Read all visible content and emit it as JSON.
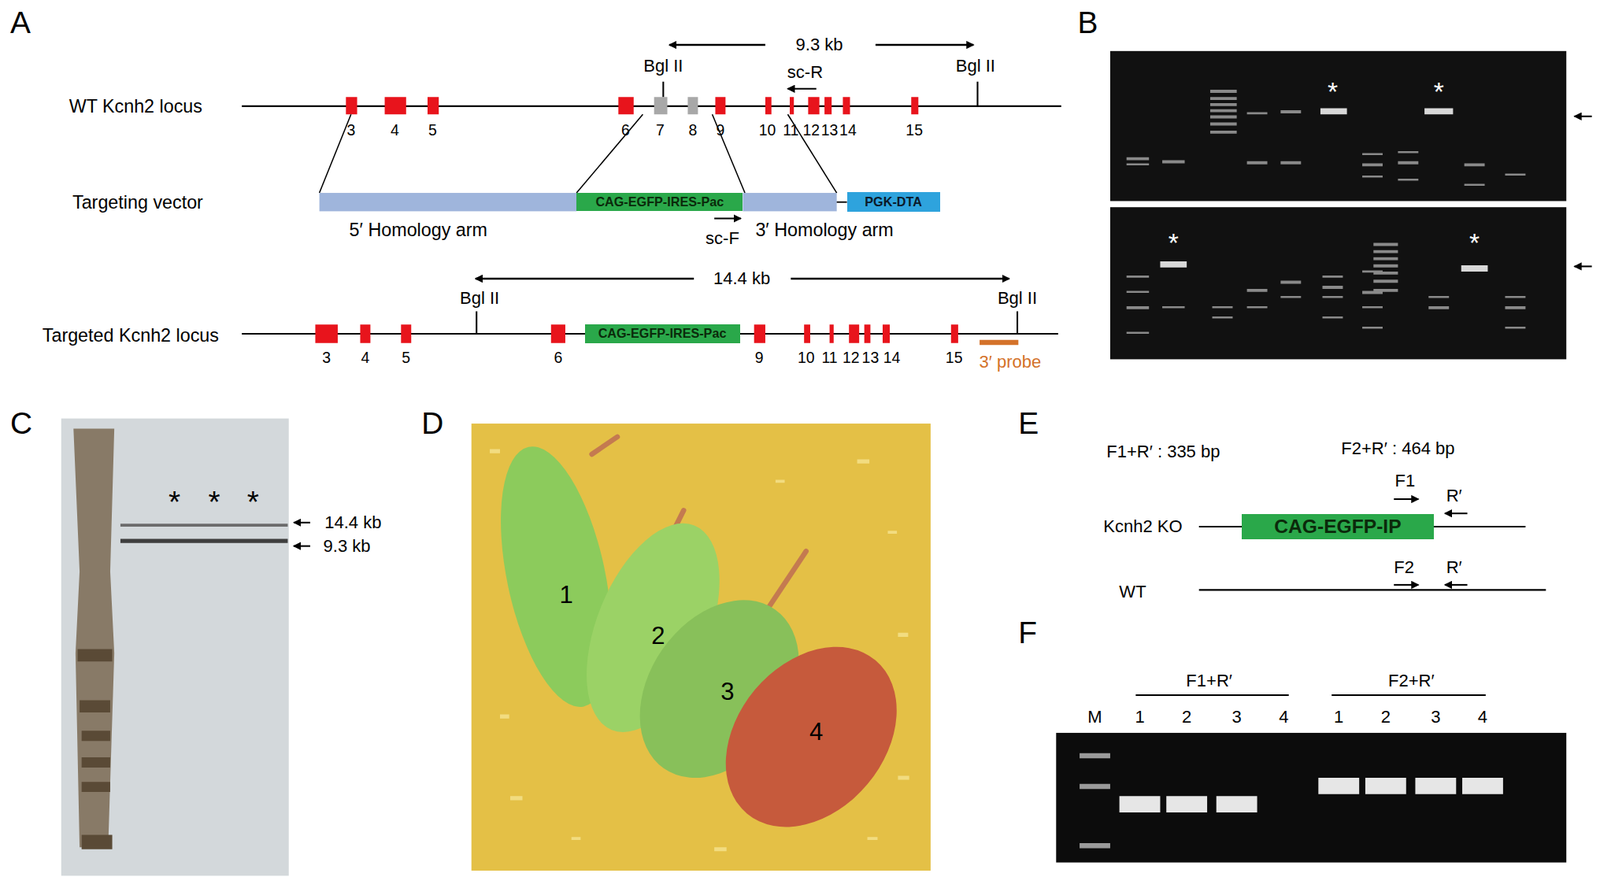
{
  "diagram": {
    "nodes": [
      {
        "text": [
          "CAG-EGFP-IRES-Pac"
        ]
      },
      {
        "text": [
          "PGK-DTA"
        ]
      },
      {
        "text": [
          "CAG-EGFP-IRES-Pac"
        ]
      },
      {
        "text": [
          "CAG-EGFP-IP"
        ]
      }
    ],
    "labels": [
      "A",
      "9.3 kb",
      "Bgl II",
      "sc-R",
      "Bgl II",
      "WT Kcnh2 locus",
      "3",
      "4",
      "5",
      "6",
      "7",
      "8",
      "9",
      "10",
      "11",
      "12",
      "13",
      "14",
      "15",
      "Targeting vector",
      "5′ Homology arm",
      "sc-F",
      "3′ Homology arm",
      "14.4 kb",
      "Bgl II",
      "Bgl II",
      "Targeted Kcnh2 locus",
      "3",
      "4",
      "5",
      "6",
      "9",
      "10",
      "11",
      "12",
      "13",
      "14",
      "15",
      "3′ probe",
      "B",
      "*",
      "*",
      "*",
      "*",
      "C",
      "*",
      "*",
      "*",
      "14.4 kb",
      "9.3 kb",
      "D",
      "1",
      "2",
      "3",
      "4",
      "E",
      "F1+R′ : 335 bp",
      "F2+R′ : 464 bp",
      "F1",
      "R′",
      "Kcnh2 KO",
      "WT",
      "F2",
      "R′",
      "F",
      "F1+R′",
      "F2+R′",
      "M",
      "1",
      "2",
      "3",
      "4",
      "1",
      "2",
      "3",
      "4"
    ]
  }
}
